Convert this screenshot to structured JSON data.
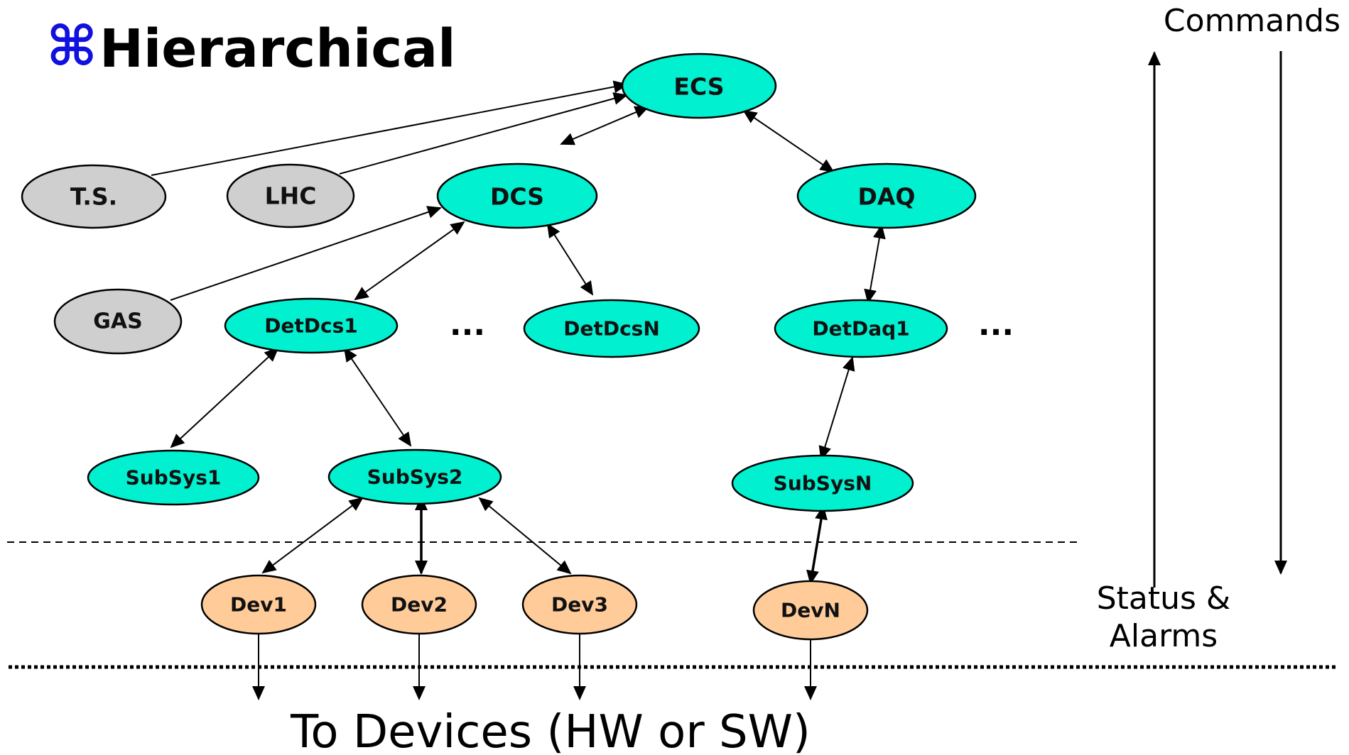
{
  "title": {
    "glyph": "⌘",
    "text": "Hierarchical"
  },
  "colors": {
    "title_glyph": "#1010e0",
    "control_node": "#00f0d0",
    "external_node": "#cfcfcf",
    "device_node": "#ffcc99"
  },
  "nodes": {
    "ecs": "ECS",
    "dcs": "DCS",
    "daq": "DAQ",
    "ts": "T.S.",
    "lhc": "LHC",
    "gas": "GAS",
    "detdcs1": "DetDcs1",
    "detdcsn": "DetDcsN",
    "detdaq1": "DetDaq1",
    "subsys1": "SubSys1",
    "subsys2": "SubSys2",
    "subsysn": "SubSysN",
    "dev1": "Dev1",
    "dev2": "Dev2",
    "dev3": "Dev3",
    "devn": "DevN"
  },
  "ellipsis": {
    "dcs_level": "...",
    "daq_level": "..."
  },
  "side_labels": {
    "commands": "Commands",
    "status_line1": "Status &",
    "status_line2": "Alarms"
  },
  "footer": "To Devices (HW or SW)"
}
